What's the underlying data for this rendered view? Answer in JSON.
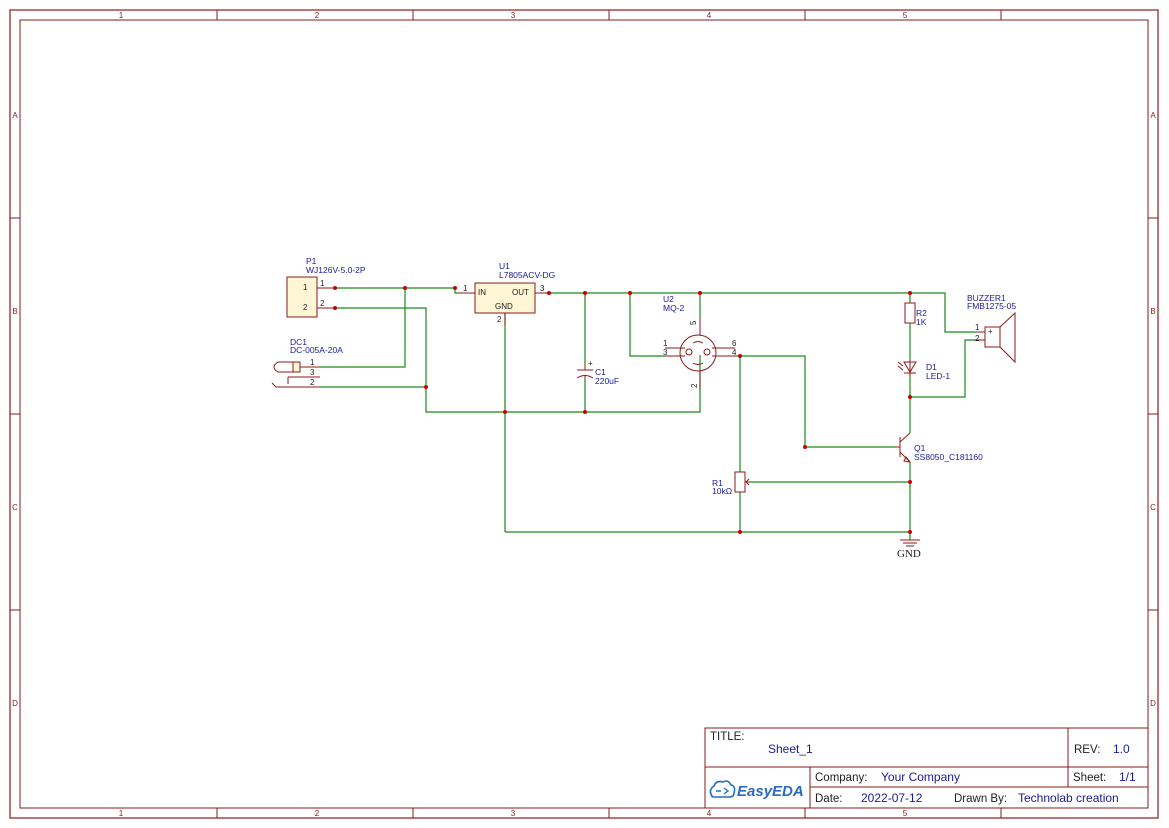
{
  "frame": {
    "col_labels": [
      "1",
      "2",
      "3",
      "4",
      "5"
    ],
    "row_labels": [
      "A",
      "B",
      "C",
      "D"
    ]
  },
  "components": {
    "p1": {
      "ref": "P1",
      "value": "WJ126V-5.0-2P",
      "pins": [
        "1",
        "2"
      ]
    },
    "dc1": {
      "ref": "DC1",
      "value": "DC-005A-20A",
      "pins": [
        "1",
        "3",
        "2"
      ]
    },
    "u1": {
      "ref": "U1",
      "value": "L7805ACV-DG",
      "pin_in": "IN",
      "pin_out": "OUT",
      "pin_gnd": "GND",
      "pin1": "1",
      "pin2": "2",
      "pin3": "3"
    },
    "c1": {
      "ref": "C1",
      "value": "220uF",
      "plus": "+"
    },
    "u2": {
      "ref": "U2",
      "value": "MQ-2",
      "pins": [
        "1",
        "3",
        "5",
        "6",
        "4",
        "2"
      ]
    },
    "r1": {
      "ref": "R1",
      "value": "10kΩ"
    },
    "r2": {
      "ref": "R2",
      "value": "1K"
    },
    "d1": {
      "ref": "D1",
      "value": "LED-1"
    },
    "q1": {
      "ref": "Q1",
      "value": "SS8050_C181160"
    },
    "buzzer1": {
      "ref": "BUZZER1",
      "value": "FMB1275-05",
      "pins": [
        "1",
        "2"
      ],
      "plus": "+"
    },
    "gnd": {
      "label": "GND"
    }
  },
  "title_block": {
    "title_key": "TITLE:",
    "title": "Sheet_1",
    "rev_key": "REV:",
    "rev": "1.0",
    "company_key": "Company:",
    "company": "Your Company",
    "sheet_key": "Sheet:",
    "sheet": "1/1",
    "date_key": "Date:",
    "date": "2022-07-12",
    "drawn_key": "Drawn By:",
    "drawn_by": "Technolab creation",
    "logo": "EasyEDA"
  },
  "colors": {
    "border": "#8b1a1a",
    "wire": "#1a8a1a",
    "label": "#1a1a9a",
    "junction": "#cc0000"
  }
}
